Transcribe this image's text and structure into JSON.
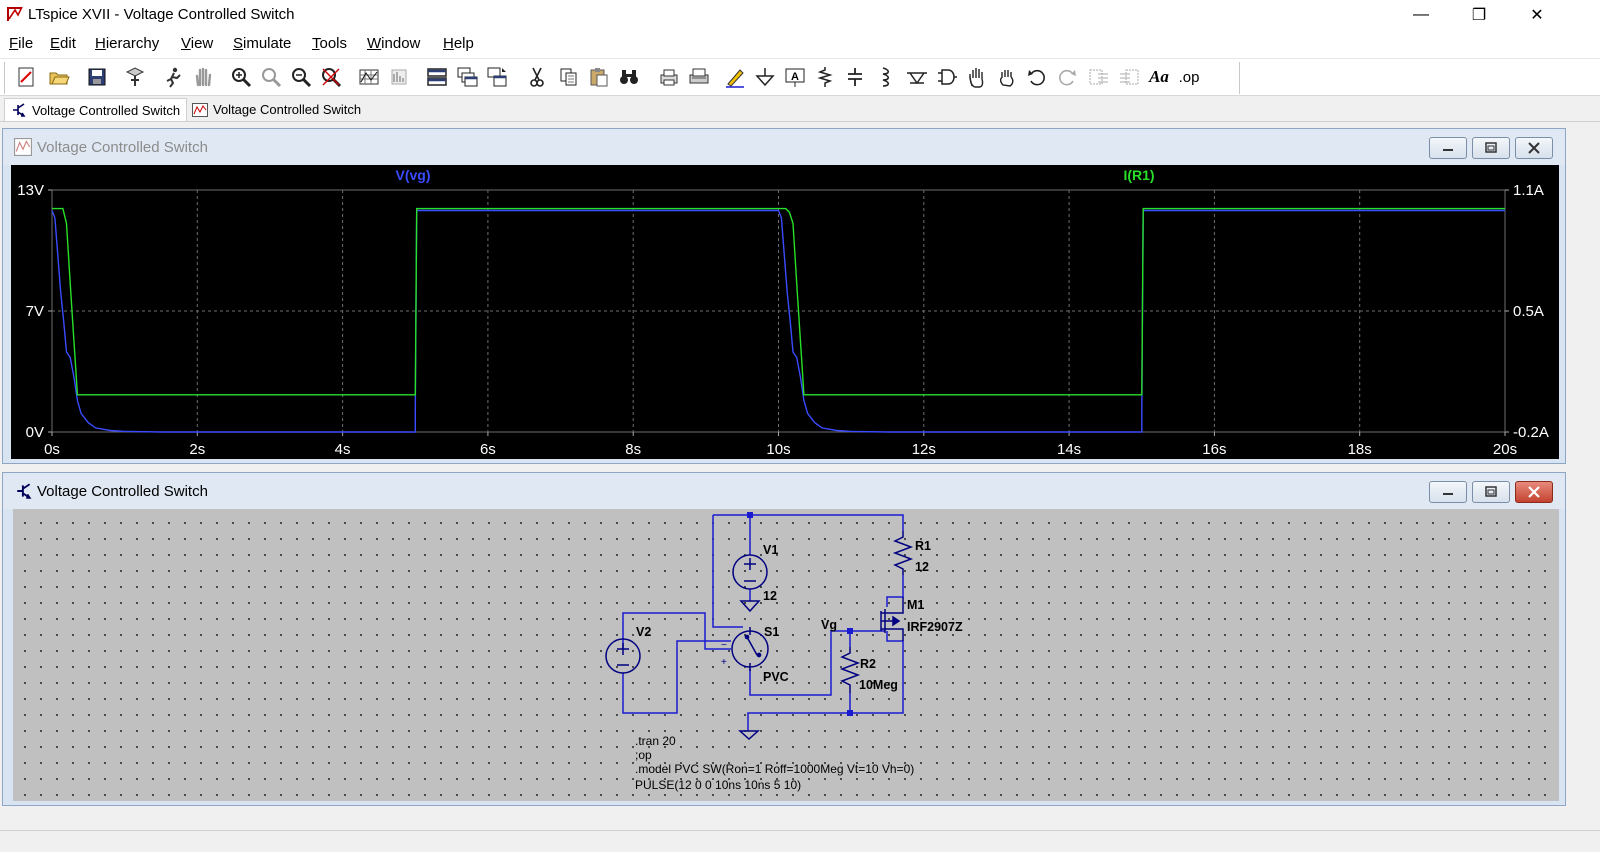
{
  "window": {
    "title": "LTspice XVII - Voltage Controlled Switch",
    "controls": {
      "minimize": "—",
      "maximize": "❐",
      "close": "✕"
    }
  },
  "menu": [
    {
      "label": "File",
      "accel": "F",
      "rest": "ile"
    },
    {
      "label": "Edit",
      "accel": "E",
      "rest": "dit"
    },
    {
      "label": "Hierarchy",
      "accel": "H",
      "rest": "ierarchy"
    },
    {
      "label": "View",
      "accel": "V",
      "rest": "iew"
    },
    {
      "label": "Simulate",
      "accel": "S",
      "rest": "imulate"
    },
    {
      "label": "Tools",
      "accel": "T",
      "rest": "ools"
    },
    {
      "label": "Window",
      "accel": "W",
      "rest": "indow"
    },
    {
      "label": "Help",
      "accel": "H",
      "rest": "elp"
    }
  ],
  "toolbar": {
    "icons": [
      "new-schematic-icon",
      "open-icon",
      "save-icon",
      "control-panel-icon",
      "run-icon",
      "halt-icon",
      "zoom-in-icon",
      "zoom-pan-icon",
      "zoom-out-icon",
      "zoom-fit-icon",
      "autorange-icon",
      "fft-icon",
      "tile-horizontal-icon",
      "cascade-icon",
      "tile-vertical-icon",
      "cut-icon",
      "copy-icon",
      "paste-icon",
      "find-icon",
      "print-setup-icon",
      "print-icon",
      "draw-wire-icon",
      "ground-icon",
      "label-net-icon",
      "resistor-icon",
      "capacitor-icon",
      "inductor-icon",
      "diode-icon",
      "component-icon",
      "move-icon",
      "drag-icon",
      "undo-icon",
      "redo-icon",
      "rotate-icon",
      "mirror-icon",
      "text-icon",
      "spice-directive-icon"
    ],
    "text_tool_label": "Aa",
    "op_label": ".op"
  },
  "tabs": [
    {
      "label": "Voltage Controlled Switch",
      "icon": "schematic-icon",
      "active": true
    },
    {
      "label": "Voltage Controlled Switch",
      "icon": "waveform-icon",
      "active": false
    }
  ],
  "waveform_window": {
    "title": "Voltage Controlled Switch",
    "icon": "waveform-icon"
  },
  "chart_data": {
    "type": "line",
    "xlabel": "",
    "x_ticks": [
      "0s",
      "2s",
      "4s",
      "6s",
      "8s",
      "10s",
      "12s",
      "14s",
      "16s",
      "18s",
      "20s"
    ],
    "xlim": [
      0,
      20
    ],
    "left_axis": {
      "ticks": [
        "13V",
        "7V",
        "0V"
      ],
      "ylim": [
        0,
        13
      ]
    },
    "right_axis": {
      "ticks": [
        "1.1A",
        "0.5A",
        "-0.2A"
      ],
      "ylim": [
        -0.2,
        1.1
      ]
    },
    "grid": true,
    "series": [
      {
        "name": "V(vg)",
        "color": "#3a4cff",
        "axis": "left",
        "points": [
          [
            0,
            11.9
          ],
          [
            0.04,
            11.5
          ],
          [
            0.08,
            9.5
          ],
          [
            0.12,
            7.5
          ],
          [
            0.16,
            6
          ],
          [
            0.2,
            4.3
          ],
          [
            0.25,
            4.0
          ],
          [
            0.3,
            3.0
          ],
          [
            0.35,
            1.7
          ],
          [
            0.4,
            1.0
          ],
          [
            0.5,
            0.5
          ],
          [
            0.6,
            0.22
          ],
          [
            0.8,
            0.08
          ],
          [
            1.0,
            0.03
          ],
          [
            1.5,
            0.0
          ],
          [
            5.0,
            0.0
          ],
          [
            5.0,
            1.2
          ],
          [
            5.02,
            11.9
          ],
          [
            10.0,
            11.9
          ],
          [
            10.04,
            11.5
          ],
          [
            10.08,
            9.5
          ],
          [
            10.12,
            7.5
          ],
          [
            10.16,
            6
          ],
          [
            10.2,
            4.3
          ],
          [
            10.25,
            4.0
          ],
          [
            10.3,
            3.0
          ],
          [
            10.35,
            1.7
          ],
          [
            10.4,
            1.0
          ],
          [
            10.5,
            0.5
          ],
          [
            10.6,
            0.22
          ],
          [
            10.8,
            0.08
          ],
          [
            11.0,
            0.03
          ],
          [
            11.5,
            0.0
          ],
          [
            15.0,
            0.0
          ],
          [
            15.0,
            1.2
          ],
          [
            15.02,
            11.9
          ],
          [
            20.0,
            11.9
          ]
        ]
      },
      {
        "name": "I(R1)",
        "color": "#28e028",
        "axis": "right",
        "points": [
          [
            0,
            1.0
          ],
          [
            0.15,
            1.0
          ],
          [
            0.2,
            0.92
          ],
          [
            0.25,
            0.6
          ],
          [
            0.3,
            0.3
          ],
          [
            0.33,
            0.12
          ],
          [
            0.35,
            0.0
          ],
          [
            5.0,
            0.0
          ],
          [
            5.02,
            1.0
          ],
          [
            10.1,
            1.0
          ],
          [
            10.15,
            0.98
          ],
          [
            10.2,
            0.92
          ],
          [
            10.25,
            0.6
          ],
          [
            10.3,
            0.3
          ],
          [
            10.33,
            0.12
          ],
          [
            10.35,
            0.0
          ],
          [
            15.0,
            0.0
          ],
          [
            15.02,
            1.0
          ],
          [
            20.0,
            1.0
          ]
        ]
      }
    ]
  },
  "schematic_window": {
    "title": "Voltage Controlled Switch",
    "icon": "schematic-icon",
    "labels": {
      "v1": "V1",
      "v1_val": "12",
      "v2": "V2",
      "s1": "S1",
      "s1_model": "PVC",
      "r1": "R1",
      "r1_val": "12",
      "m1": "M1",
      "m1_model": "IRF2907Z",
      "r2": "R2",
      "r2_val": "10Meg",
      "net_vg": "Vg"
    },
    "directives": [
      ".tran 20",
      ";op",
      ".model PVC SW(Ron=1 Roff=1000Meg Vt=10 Vh=0)",
      "PULSE(12 0 0 10ns 10ns 5 10)"
    ]
  },
  "colors": {
    "wire": "#1a1acf",
    "component": "#000080",
    "plot_bg": "#000000",
    "grid": "#6e6e6e",
    "sch_bg": "#c0c0c0"
  }
}
